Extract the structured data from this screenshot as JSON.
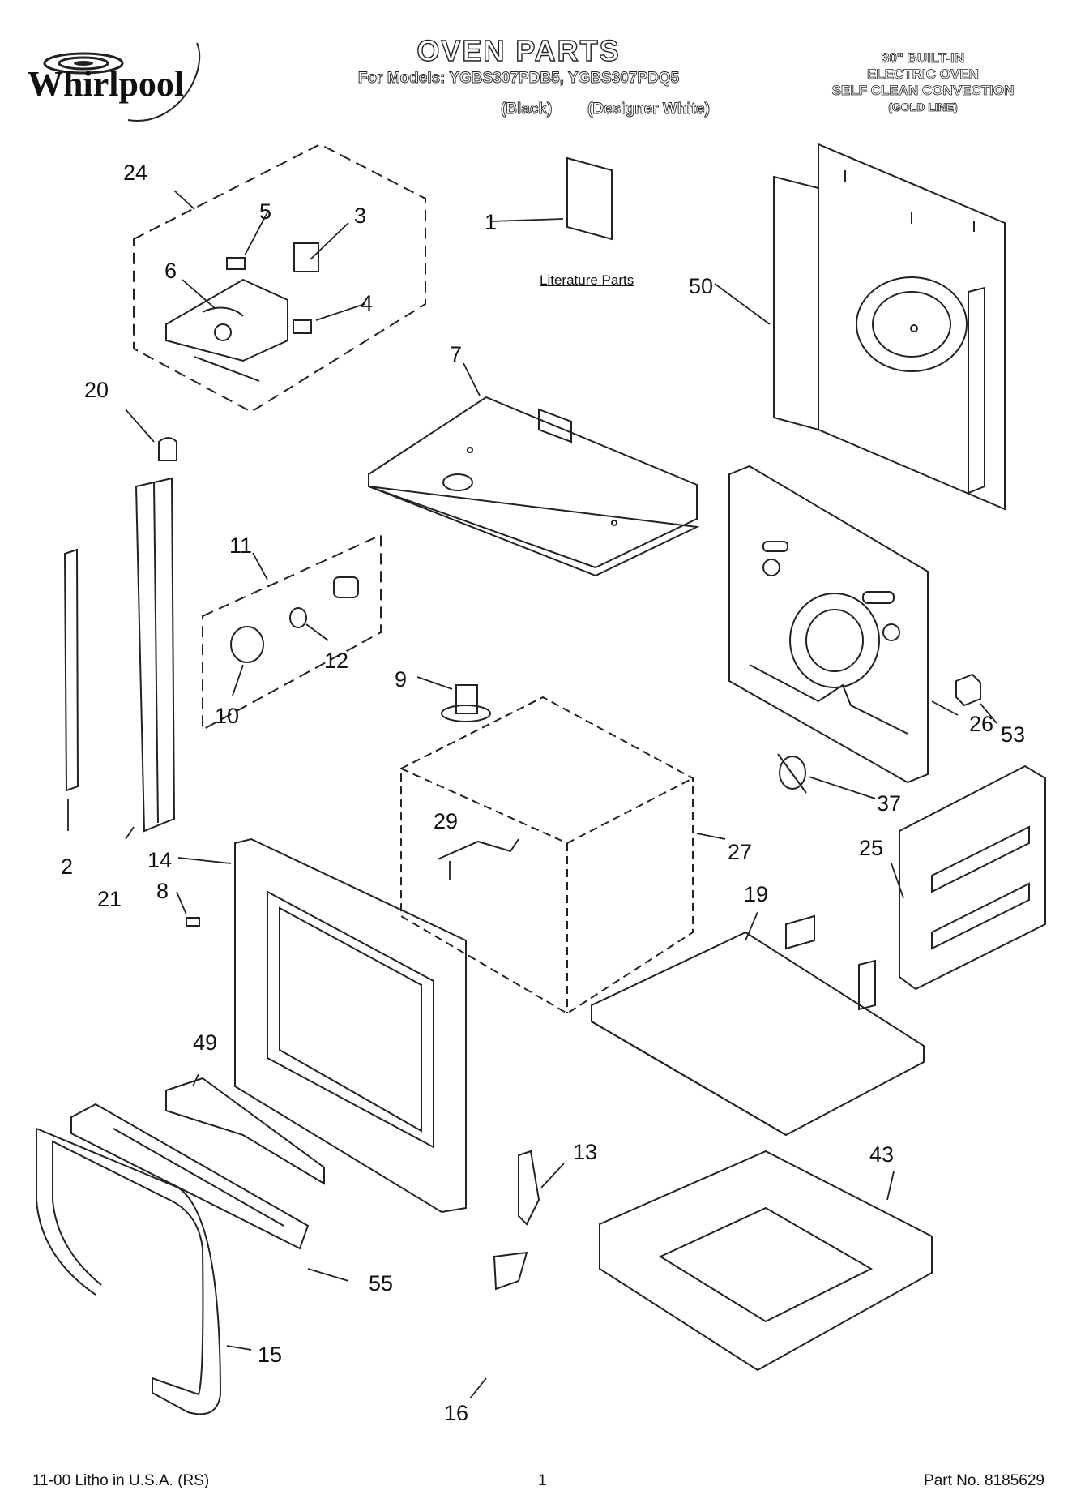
{
  "header": {
    "brand": "Whirlpool",
    "title": "OVEN PARTS",
    "models_line": "For Models: YGBS307PDB5, YGBS307PDQ5",
    "variant_black": "(Black)",
    "variant_white": "(Designer White)",
    "product_lines": [
      "30\" BUILT-IN",
      "ELECTRIC OVEN",
      "SELF CLEAN CONVECTION"
    ],
    "product_series": "(GOLD LINE)"
  },
  "literature_label": "Literature Parts",
  "callouts": [
    "1",
    "2",
    "3",
    "4",
    "5",
    "6",
    "7",
    "8",
    "9",
    "10",
    "11",
    "12",
    "13",
    "14",
    "15",
    "16",
    "19",
    "20",
    "21",
    "24",
    "25",
    "26",
    "27",
    "29",
    "37",
    "43",
    "49",
    "50",
    "53",
    "55"
  ],
  "footer": {
    "left": "11-00 Litho in U.S.A. (RS)",
    "page": "1",
    "right": "Part No. 8185629"
  }
}
